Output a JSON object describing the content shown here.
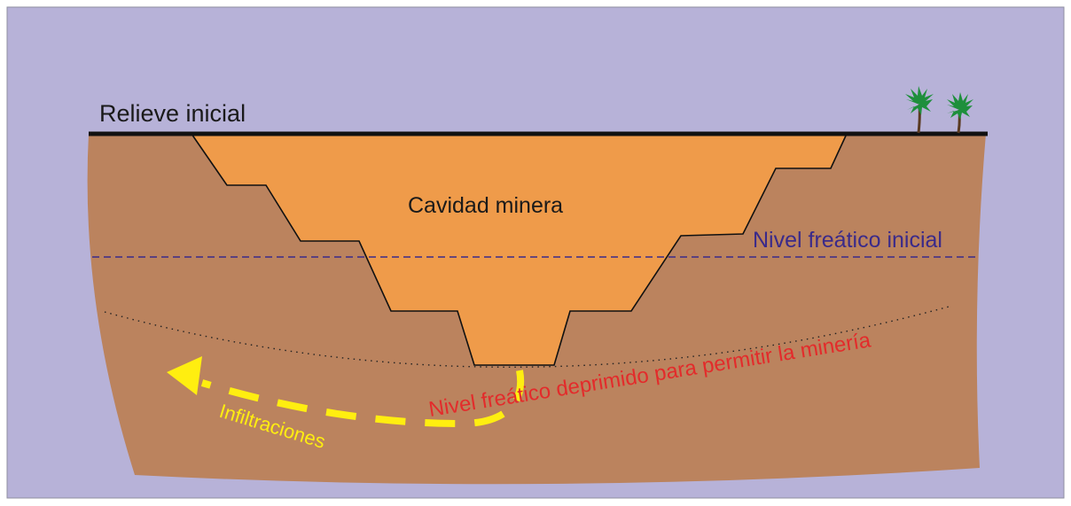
{
  "labels": {
    "initial_relief": "Relieve inicial",
    "mine_cavity": "Cavidad minera",
    "initial_water_table": "Nivel freático inicial",
    "depressed_water_table": "Nivel freático deprimido para permitir la minería",
    "infiltrations": "Infiltraciones"
  },
  "colors": {
    "sky": "#b7b2d8",
    "soil": "#bb835e",
    "cavity": "#ef9b4a",
    "ground_line": "#111111",
    "initial_water_table": "#3a2a8a",
    "depressed_water_table": "#e32b2b",
    "infiltration_arrow": "#ffee10",
    "tree_foliage": "#1e8f3c",
    "tree_trunk": "#5a3a22"
  }
}
